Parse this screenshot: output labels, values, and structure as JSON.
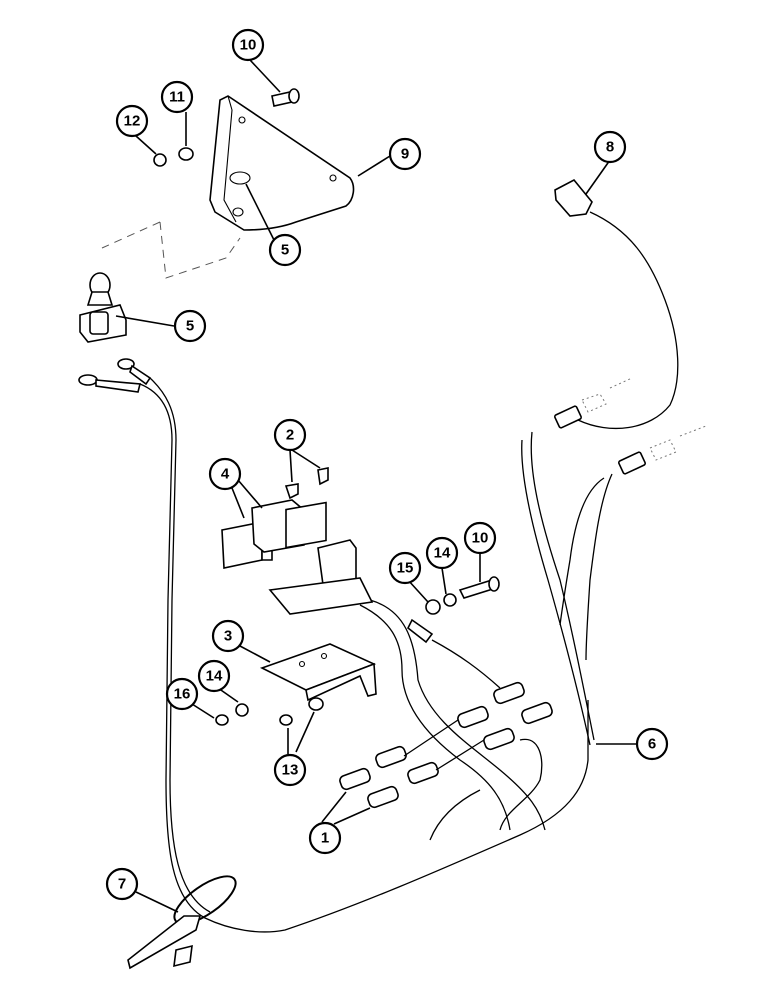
{
  "callouts": [
    {
      "id": "c1",
      "label": "1"
    },
    {
      "id": "c2",
      "label": "2"
    },
    {
      "id": "c3",
      "label": "3"
    },
    {
      "id": "c4",
      "label": "4"
    },
    {
      "id": "c5a",
      "label": "5"
    },
    {
      "id": "c5b",
      "label": "5"
    },
    {
      "id": "c6",
      "label": "6"
    },
    {
      "id": "c7",
      "label": "7"
    },
    {
      "id": "c8",
      "label": "8"
    },
    {
      "id": "c9",
      "label": "9"
    },
    {
      "id": "c10a",
      "label": "10"
    },
    {
      "id": "c10b",
      "label": "10"
    },
    {
      "id": "c11",
      "label": "11"
    },
    {
      "id": "c12",
      "label": "12"
    },
    {
      "id": "c13",
      "label": "13"
    },
    {
      "id": "c14a",
      "label": "14"
    },
    {
      "id": "c14b",
      "label": "14"
    },
    {
      "id": "c15",
      "label": "15"
    },
    {
      "id": "c16",
      "label": "16"
    }
  ]
}
